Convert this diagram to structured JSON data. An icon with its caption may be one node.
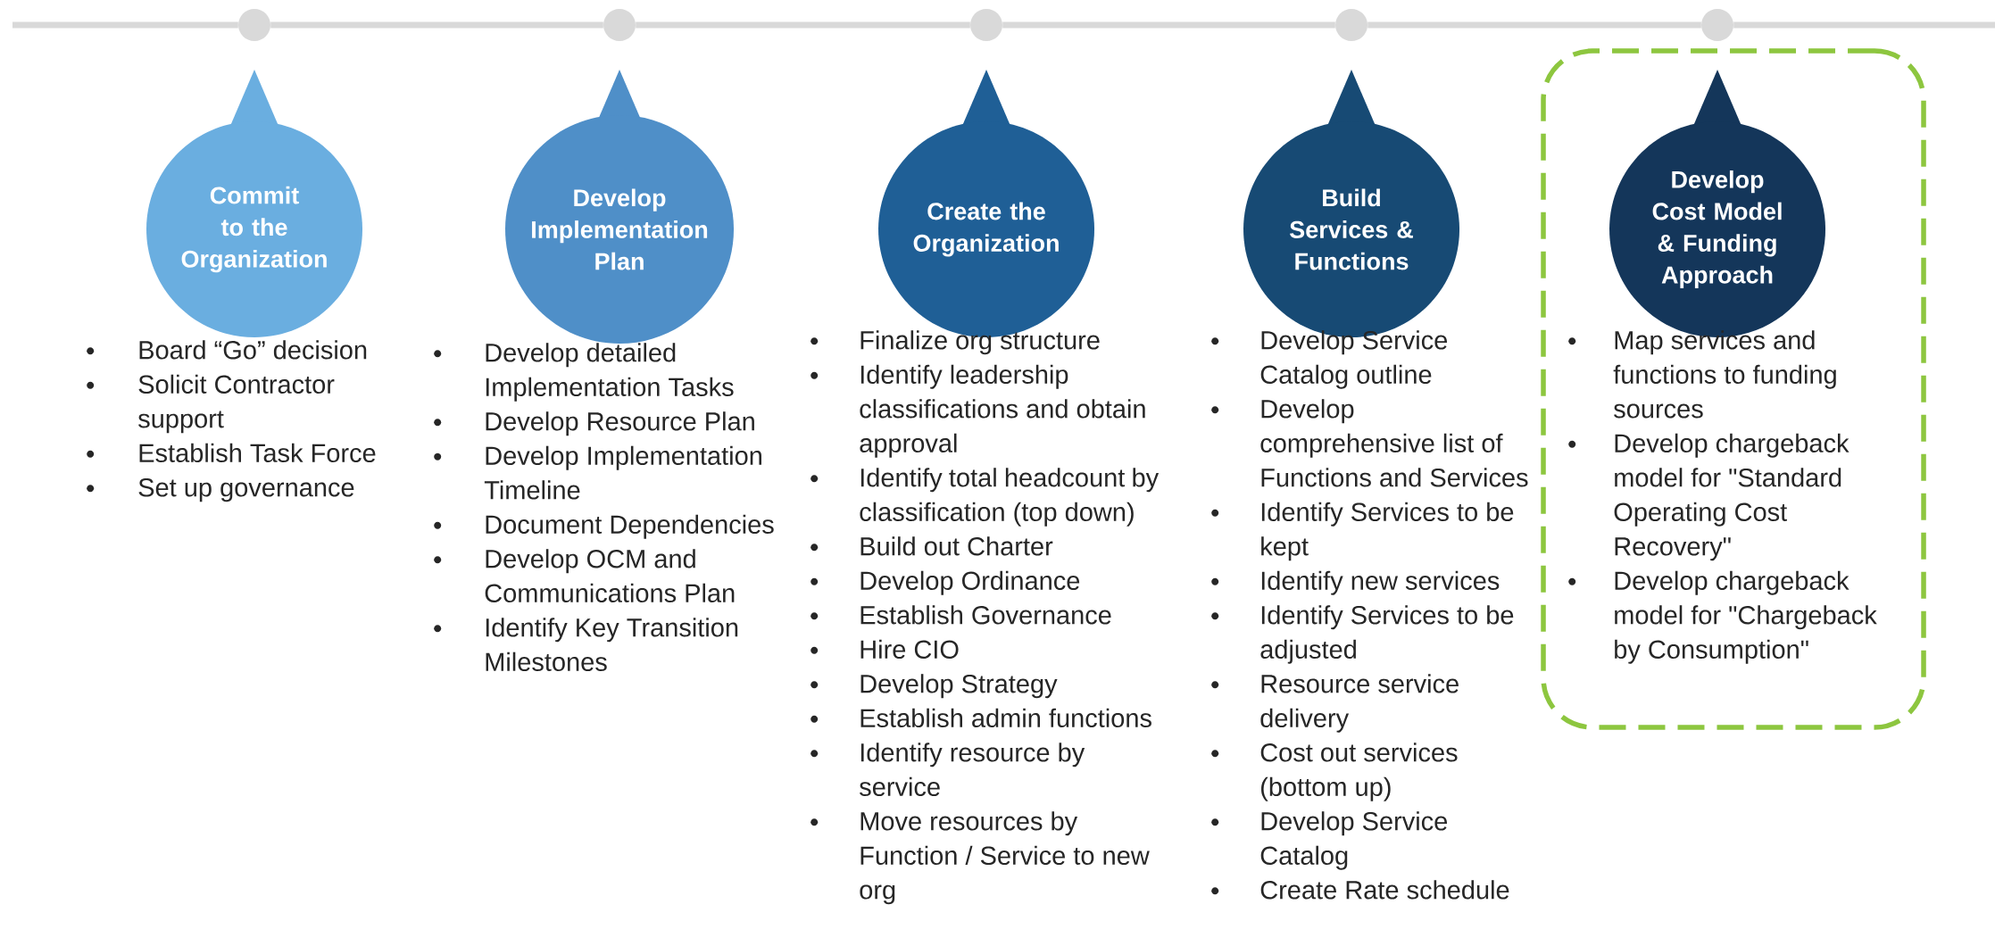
{
  "diagram": {
    "nodes": [
      {
        "text": [],
        "shape": "circle"
      },
      {
        "text": [],
        "shape": "circle"
      },
      {
        "text": [],
        "shape": "circle"
      },
      {
        "text": [],
        "shape": "circle"
      },
      {
        "text": [],
        "shape": "circle"
      },
      {
        "text": [
          "Commit to the Organization"
        ],
        "beside": [
          "Board “Go” decision",
          "Solicit Contractor support",
          "Establish Task Force",
          "Set up governance"
        ]
      },
      {
        "text": [
          "Develop Implementation Plan"
        ],
        "beside": [
          "Develop detailed Implementation Tasks",
          "Develop Resource Plan",
          "Develop Implementation Timeline",
          "Document Dependencies",
          "Develop OCM and Communications Plan",
          "Identify Key Transition Milestones"
        ]
      },
      {
        "text": [
          "Create the Organization"
        ],
        "beside": [
          "Finalize org structure",
          "Identify leadership classifications and obtain approval",
          "Identify total headcount by classification (top down)",
          "Build out Charter",
          "Develop Ordinance",
          "Establish Governance",
          "Hire CIO",
          "Develop Strategy",
          "Establish admin functions",
          "Identify resource by service",
          "Move resources by Function / Service to new org"
        ]
      },
      {
        "text": [
          "Build Services & Functions"
        ],
        "beside": [
          "Develop Service Catalog outline",
          "Develop comprehensive list of Functions and Services",
          "Identify Services to be kept",
          "Identify new services",
          "Identify Services to be adjusted",
          "Resource service delivery",
          "Cost out services (bottom up)",
          "Develop Service Catalog",
          "Create Rate schedule"
        ]
      },
      {
        "text": [],
        "shape": "box"
      },
      {
        "text": [
          "Develop Cost Model & Funding Approach"
        ],
        "in": 9,
        "beside": [
          "Map services and functions to funding sources",
          "Develop chargeback model for \"Standard Operating Cost Recovery\"",
          "Develop chargeback model for \"Chargeback by Consumption\""
        ]
      }
    ],
    "edges": [
      {
        "from": null,
        "to": 0,
        "arrow": "none"
      },
      {
        "from": 0,
        "to": 1,
        "arrow": "none"
      },
      {
        "from": 1,
        "to": 2,
        "arrow": "none"
      },
      {
        "from": 2,
        "to": 3,
        "arrow": "none"
      },
      {
        "from": 3,
        "to": 4,
        "arrow": "none"
      },
      {
        "from": 4,
        "to": null,
        "arrow": "none"
      }
    ]
  }
}
